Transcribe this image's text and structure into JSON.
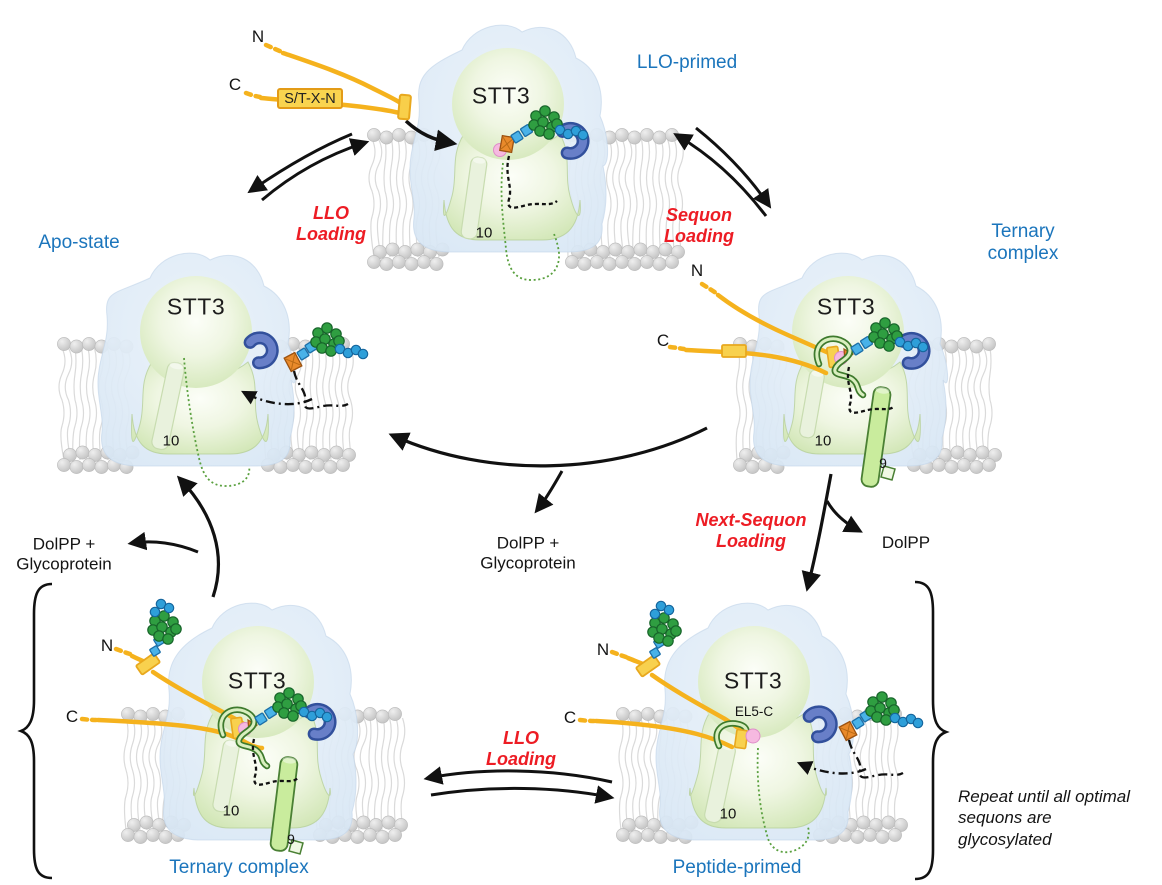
{
  "states": [
    {
      "name": "LLO-primed",
      "enzyme": "STT3",
      "tm10": "10"
    },
    {
      "name": "Ternary complex",
      "enzyme": "STT3",
      "tm10": "10",
      "tm9": "9",
      "n_term": "N",
      "c_term": "C"
    },
    {
      "name": "Apo-state",
      "enzyme": "STT3",
      "tm10": "10"
    },
    {
      "name": "Ternary complex",
      "enzyme": "STT3",
      "tm10": "10",
      "tm9": "9",
      "n_term": "N",
      "c_term": "C"
    },
    {
      "name": "Peptide-primed",
      "enzyme": "STT3",
      "tm10": "10",
      "el5_loop": "EL5-C",
      "n_term": "N",
      "c_term": "C"
    }
  ],
  "substrate_peptide": {
    "n_term": "N",
    "c_term": "C",
    "sequon_motif": "S/T-X-N"
  },
  "transitions": {
    "llo_loading_top": "LLO\nLoading",
    "sequon_loading": "Sequon\nLoading",
    "next_sequon_loading": "Next-Sequon\nLoading",
    "llo_loading_bottom": "LLO\nLoading",
    "release_to_apo": "DolPP +\nGlycoprotein",
    "release_center": "DolPP +\nGlycoprotein",
    "byproduct": "DolPP"
  },
  "annotation": {
    "repeat_note": "Repeat until all optimal\nsequons are\nglycosylated"
  },
  "legend_colors": {
    "state_label": "#1b75bc",
    "transition_label": "#ed1c24",
    "peptide": "#f5b21d",
    "sequon_box": "#f8d14e",
    "mannose": "#2f9e41",
    "glucose": "#2e9fd9",
    "glcnac": "#49b2e8",
    "dolichol_pp": "#e8872a",
    "glycan_clamp": "#5b79c5",
    "active_site": "#f6b9e0",
    "enzyme_body": "#cde4b4",
    "complex_outline": "#d9e7f4",
    "membrane": "#cccccc"
  }
}
